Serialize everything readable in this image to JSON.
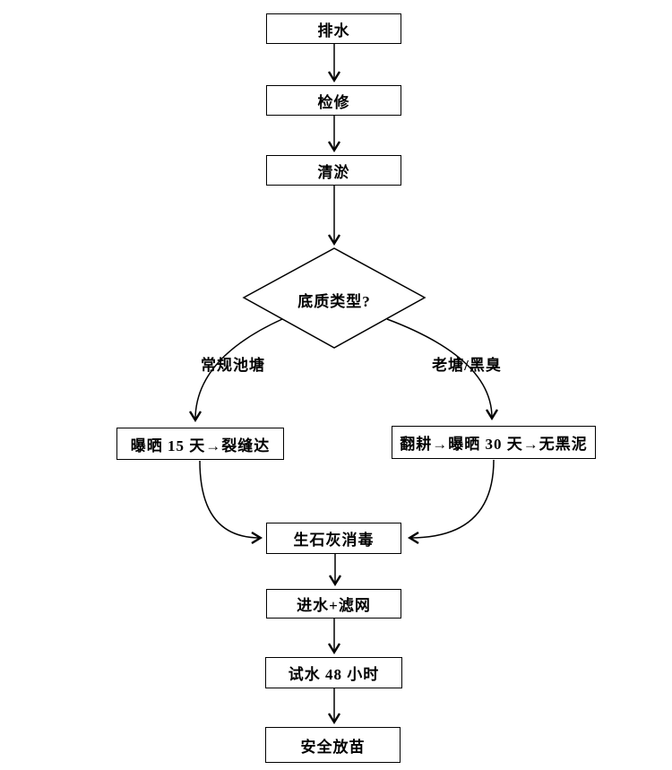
{
  "colors": {
    "line": "#000000",
    "box_fill": "#ffffff",
    "background": "#ffffff",
    "text": "#000000"
  },
  "nodes": {
    "drain": {
      "label": "排水"
    },
    "overhaul": {
      "label": "检修"
    },
    "dredge": {
      "label": "清淤"
    },
    "decision": {
      "label": "底质类型?"
    },
    "sun_left": {
      "label": "曝晒 15 天→裂缝达"
    },
    "sun_right": {
      "label": "翻耕→曝晒 30 天→无黑泥"
    },
    "lime": {
      "label": "生石灰消毒"
    },
    "intake": {
      "label": "进水+滤网"
    },
    "test": {
      "label": "试水 48 小时"
    },
    "stock": {
      "label": "安全放苗"
    }
  },
  "branch_labels": {
    "left": {
      "label": "常规池塘"
    },
    "right": {
      "label": "老塘/黑臭"
    }
  }
}
